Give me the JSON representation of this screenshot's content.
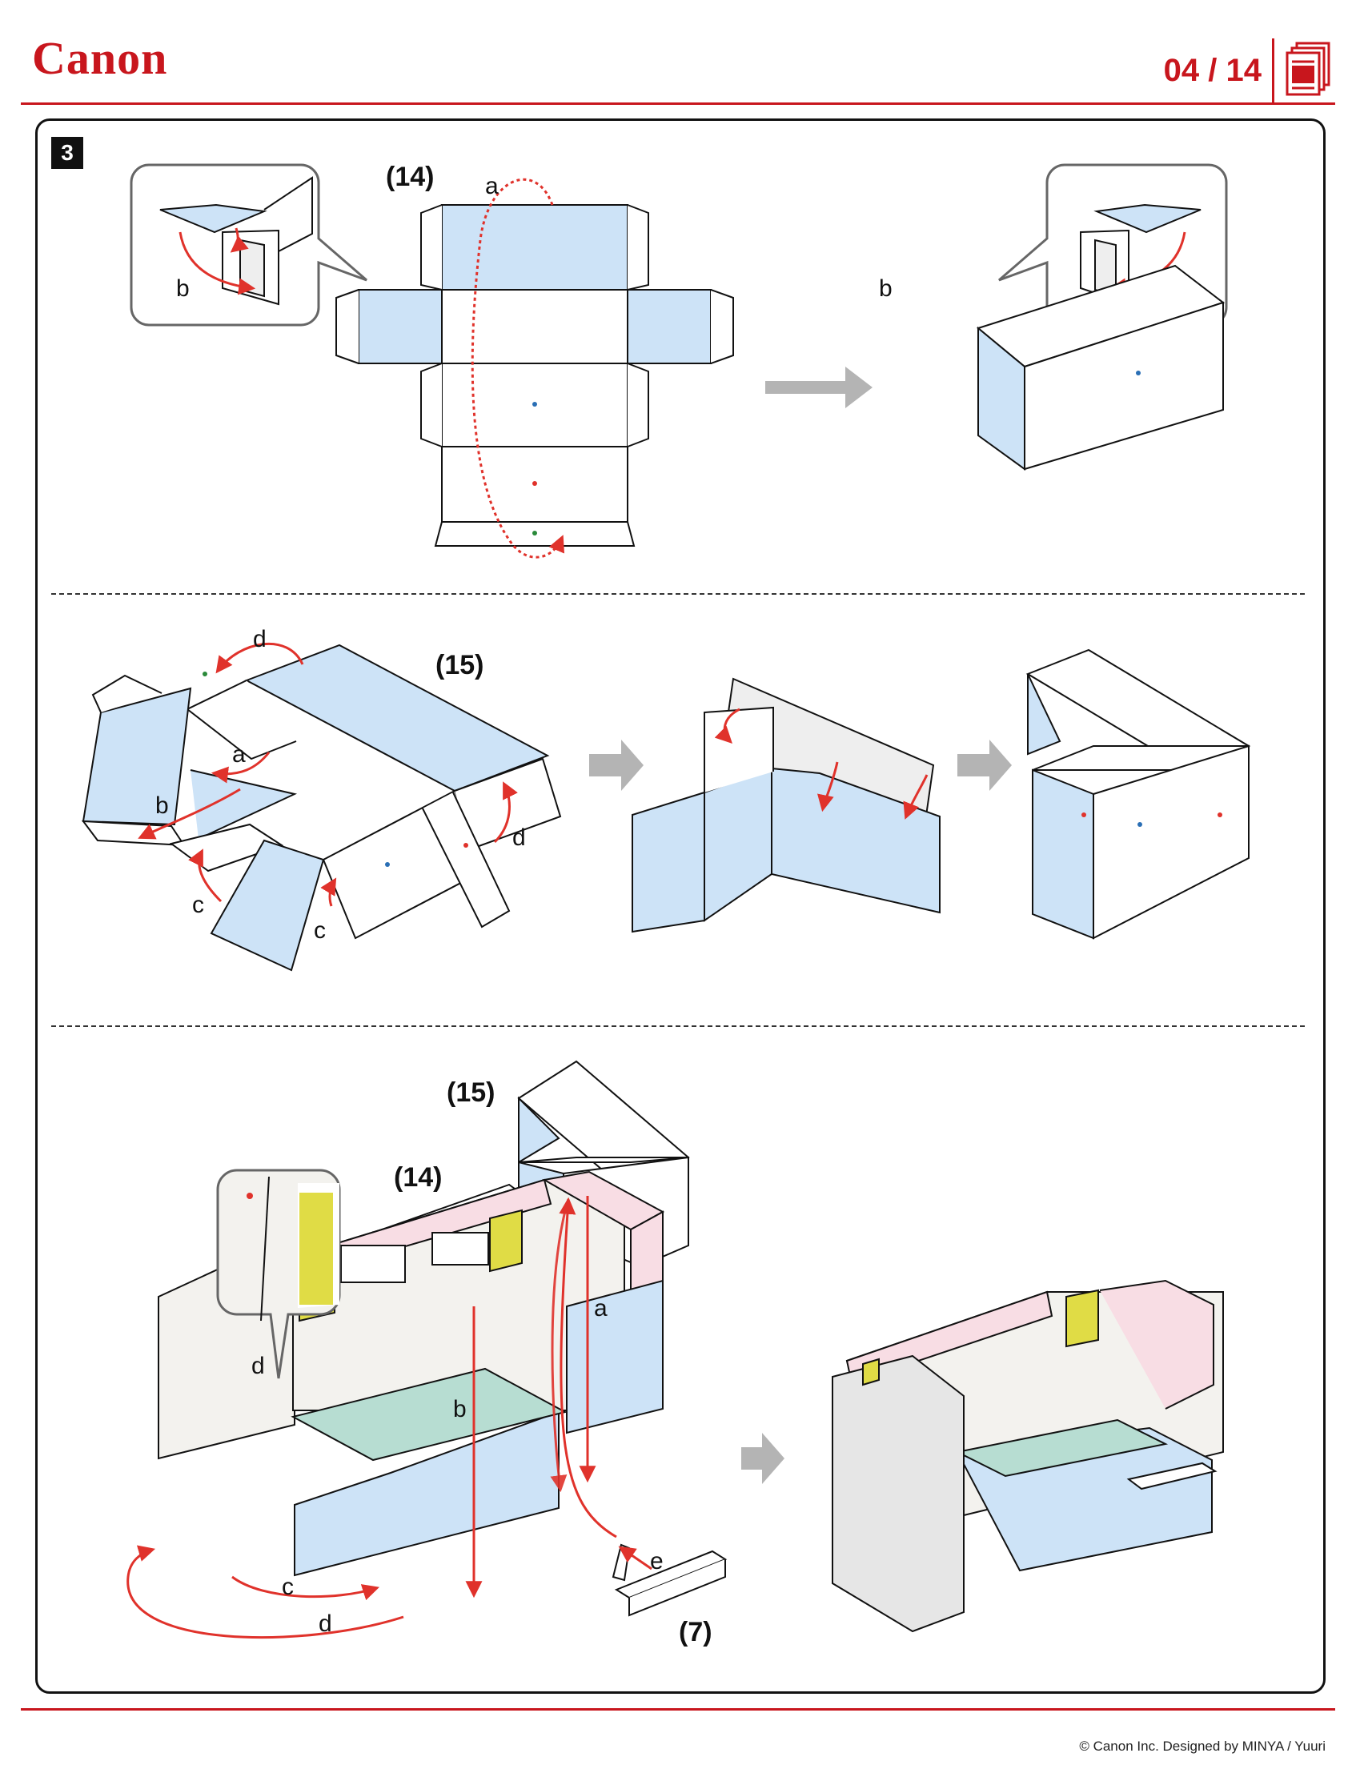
{
  "header": {
    "brand": "Canon",
    "page_indicator": "04 / 14"
  },
  "step": {
    "number": "3"
  },
  "panels": {
    "top": {
      "part": "(14)",
      "labels": [
        "a",
        "b",
        "b"
      ]
    },
    "middle": {
      "part": "(15)",
      "labels": [
        "d",
        "a",
        "b",
        "c",
        "c",
        "d"
      ]
    },
    "bottom": {
      "parts": [
        "(15)",
        "(14)",
        "(7)"
      ],
      "labels": [
        "a",
        "b",
        "c",
        "d",
        "d",
        "e"
      ]
    }
  },
  "footer": {
    "credit": "© Canon Inc. Designed by MINYA / Yuuri"
  },
  "colors": {
    "brand_red": "#c8161d",
    "panel_blue": "#cde3f7",
    "panel_pink": "#f8dde4",
    "panel_green": "#b7ddd2",
    "tape_yellow": "#e0dc45",
    "arrow_gray": "#b4b4b4"
  }
}
